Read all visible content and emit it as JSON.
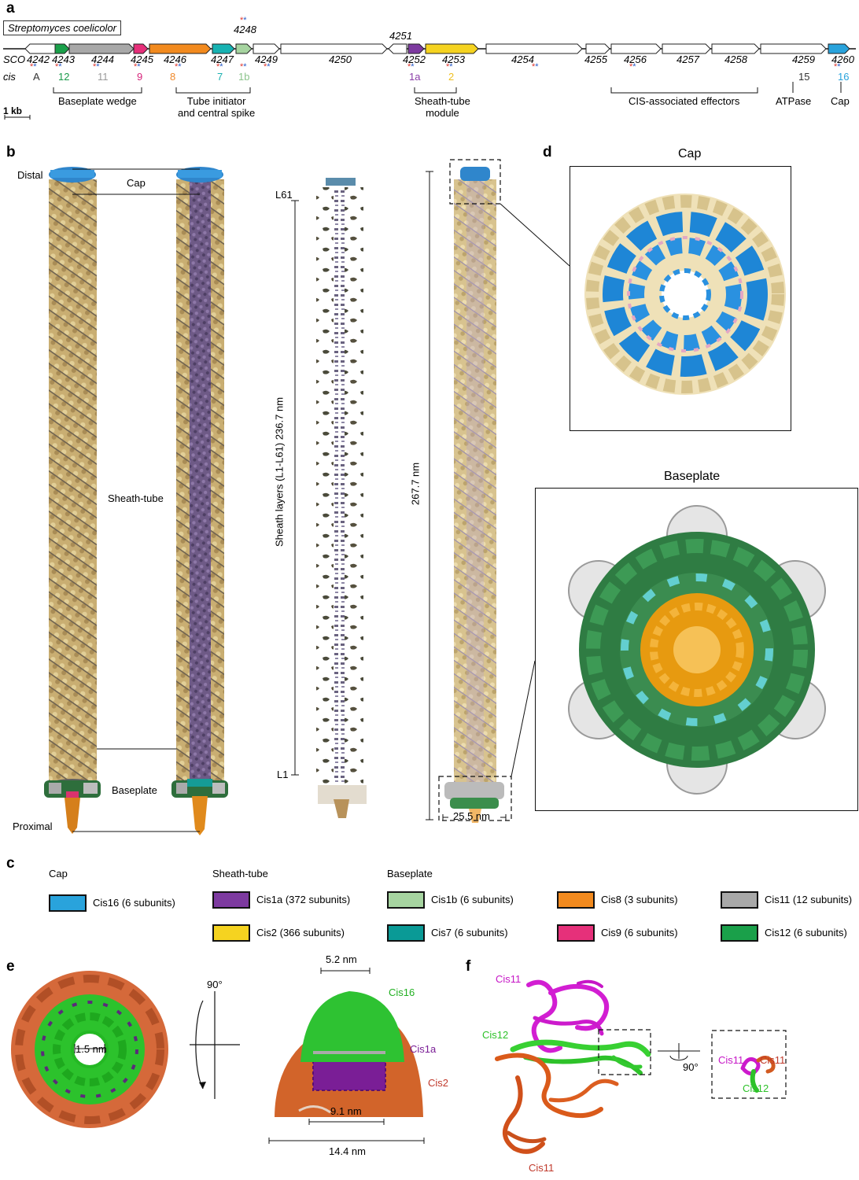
{
  "panels": {
    "a": "a",
    "b": "b",
    "c": "c",
    "d": "d",
    "e": "e",
    "f": "f"
  },
  "gene_map": {
    "organism": "Streptomyces coelicolor",
    "sco_label": "SCO",
    "cis_label": "cis",
    "scale_label": "1 kb",
    "genes_bottom": [
      {
        "name": "4242",
        "cis": "A",
        "cis_color": "#333333"
      },
      {
        "name": "4243",
        "cis": "12",
        "cis_color": "#1a9a4a"
      },
      {
        "name": "4244",
        "cis": "11",
        "cis_color": "#9a9a9a"
      },
      {
        "name": "4245",
        "cis": "9",
        "cis_color": "#d6247a"
      },
      {
        "name": "4246",
        "cis": "8",
        "cis_color": "#f0892a"
      },
      {
        "name": "4247",
        "cis": "7",
        "cis_color": "#1ab0b0"
      },
      {
        "name": "4249",
        "cis": "",
        "cis_color": "#333333"
      },
      {
        "name": "4250",
        "cis": "",
        "cis_color": "#333333"
      },
      {
        "name": "4252",
        "cis": "1a",
        "cis_color": "#8b3fa8"
      },
      {
        "name": "4253",
        "cis": "2",
        "cis_color": "#f0c020"
      },
      {
        "name": "4254",
        "cis": "",
        "cis_color": "#333333"
      },
      {
        "name": "4255",
        "cis": "",
        "cis_color": "#333333"
      },
      {
        "name": "4256",
        "cis": "",
        "cis_color": "#333333"
      },
      {
        "name": "4257",
        "cis": "",
        "cis_color": "#333333"
      },
      {
        "name": "4258",
        "cis": "",
        "cis_color": "#333333"
      },
      {
        "name": "4259",
        "cis": "15",
        "cis_color": "#333333"
      },
      {
        "name": "4260",
        "cis": "16",
        "cis_color": "#29a3dc"
      }
    ],
    "genes_top": [
      {
        "name": "4248",
        "cis": "1b",
        "cis_color": "#8cc48c"
      },
      {
        "name": "4251",
        "cis": "",
        "cis_color": "#333333"
      }
    ],
    "groups": [
      {
        "label": "Baseplate wedge"
      },
      {
        "label": "Tube initiator\nand central spike"
      },
      {
        "label": "Sheath-tube\nmodule"
      },
      {
        "label": "CIS-associated effectors"
      },
      {
        "label": "ATPase"
      },
      {
        "label": "Cap"
      }
    ]
  },
  "panel_b": {
    "distal": "Distal",
    "proximal": "Proximal",
    "cap": "Cap",
    "sheath_tube": "Sheath-tube",
    "baseplate": "Baseplate",
    "sheath_layers": "Sheath layers (L1-L61) 236.7 nm",
    "l61": "L61",
    "l1": "L1",
    "length": "267.7 nm",
    "width": "25.5 nm"
  },
  "panel_d": {
    "cap_title": "Cap",
    "baseplate_title": "Baseplate"
  },
  "legend": {
    "groups": [
      {
        "title": "Cap",
        "items": [
          {
            "label": "Cis16 (6 subunits)",
            "color": "#29a3dc"
          }
        ]
      },
      {
        "title": "Sheath-tube",
        "items": [
          {
            "label": "Cis1a (372 subunits)",
            "color": "#7d3aa0"
          },
          {
            "label": "Cis2 (366 subunits)",
            "color": "#f5d320"
          }
        ]
      },
      {
        "title": "Baseplate",
        "items": [
          {
            "label": "Cis1b (6 subunits)",
            "color": "#a6d4a0"
          },
          {
            "label": "Cis7 (6 subunits)",
            "color": "#0a9a96"
          },
          {
            "label": "Cis8 (3 subunits)",
            "color": "#f28a1e"
          },
          {
            "label": "Cis9 (6 subunits)",
            "color": "#e6307a"
          },
          {
            "label": "Cis11 (12 subunits)",
            "color": "#a8a8a8"
          },
          {
            "label": "Cis12 (6 subunits)",
            "color": "#1aa04a"
          }
        ]
      }
    ]
  },
  "panel_e": {
    "rotation": "90°",
    "pore": "1.5 nm",
    "top": "5.2 nm",
    "mid": "9.1 nm",
    "bottom": "14.4 nm",
    "cis16": "Cis16",
    "cis1a": "Cis1a",
    "cis2": "Cis2"
  },
  "panel_f": {
    "cis11_top": "Cis11",
    "cis12": "Cis12",
    "cis11_bottom": "Cis11",
    "rotation": "90°",
    "inset_cis11_left": "Cis11",
    "inset_cis11_right": "Cis11",
    "inset_cis12": "Cis12"
  }
}
